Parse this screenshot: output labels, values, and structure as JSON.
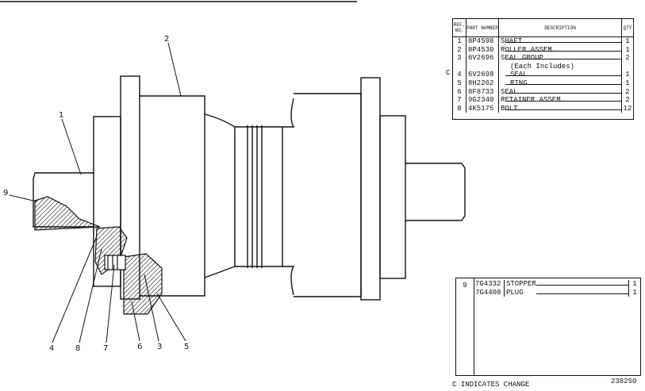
{
  "callouts": [
    "1",
    "2",
    "3",
    "4",
    "5",
    "6",
    "7",
    "8",
    "9"
  ],
  "parts_table": {
    "headers": {
      "ref": "REF. NO.",
      "part": "PART NUMBER",
      "desc": "DESCRIPTION",
      "qty": "QTY"
    },
    "rows": [
      {
        "ref": "1",
        "part": "8P4598",
        "desc": "SHAFT",
        "qty": "1",
        "chg": ""
      },
      {
        "ref": "2",
        "part": "8P4530",
        "desc": "ROLLER ASSEM.",
        "qty": "1",
        "chg": ""
      },
      {
        "ref": "3",
        "part": "6V2696",
        "desc": "SEAL GROUP",
        "qty": "2",
        "chg": ""
      },
      {
        "ref": "",
        "part": "",
        "desc": "(Each Includes)",
        "qty": "",
        "chg": ""
      },
      {
        "ref": "4",
        "part": "6V2698",
        "desc": "SEAL",
        "qty": "1",
        "chg": "C"
      },
      {
        "ref": "5",
        "part": "8H2262",
        "desc": "RING",
        "qty": "1",
        "chg": ""
      },
      {
        "ref": "6",
        "part": "8F8733",
        "desc": "SEAL",
        "qty": "2",
        "chg": ""
      },
      {
        "ref": "7",
        "part": "9G2340",
        "desc": "RETAINER ASSEM.",
        "qty": "2",
        "chg": ""
      },
      {
        "ref": "8",
        "part": "4K5175",
        "desc": "BOLT",
        "qty": "12",
        "chg": ""
      }
    ]
  },
  "secondary_table": {
    "ref": "9",
    "rows": [
      {
        "part": "7G4332",
        "desc": "STOPPER",
        "qty": "1"
      },
      {
        "part": "7G4408",
        "desc": "PLUG",
        "qty": "1"
      }
    ]
  },
  "footer": {
    "change_note": "C INDICATES CHANGE",
    "drawing_number": "238250"
  }
}
